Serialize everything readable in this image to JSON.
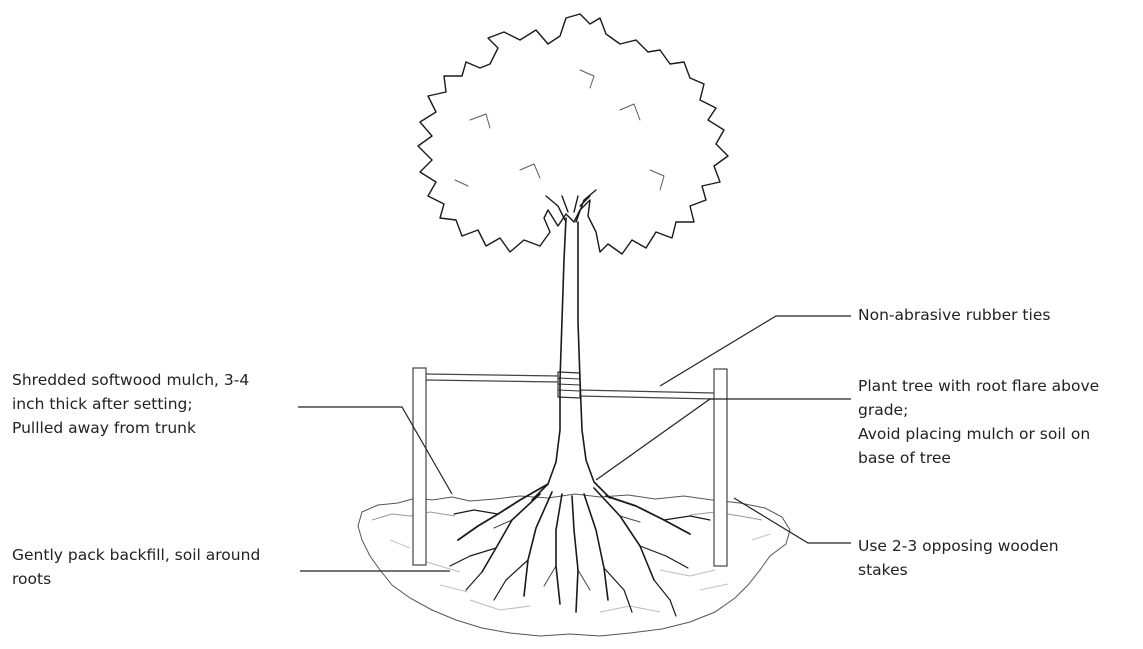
{
  "labels": {
    "mulch": {
      "lines": [
        "Shredded softwood mulch, 3-4",
        "inch thick after setting;",
        "Pullled away from trunk"
      ]
    },
    "backfill": {
      "lines": [
        "Gently pack backfill, soil around",
        "roots"
      ]
    },
    "ties": {
      "lines": [
        "Non-abrasive rubber ties"
      ]
    },
    "root_flare": {
      "lines": [
        "Plant tree with root flare above",
        "grade;",
        "Avoid placing mulch or soil on",
        "base of tree"
      ]
    },
    "stakes": {
      "lines": [
        "Use 2-3 opposing wooden",
        "stakes"
      ]
    }
  }
}
